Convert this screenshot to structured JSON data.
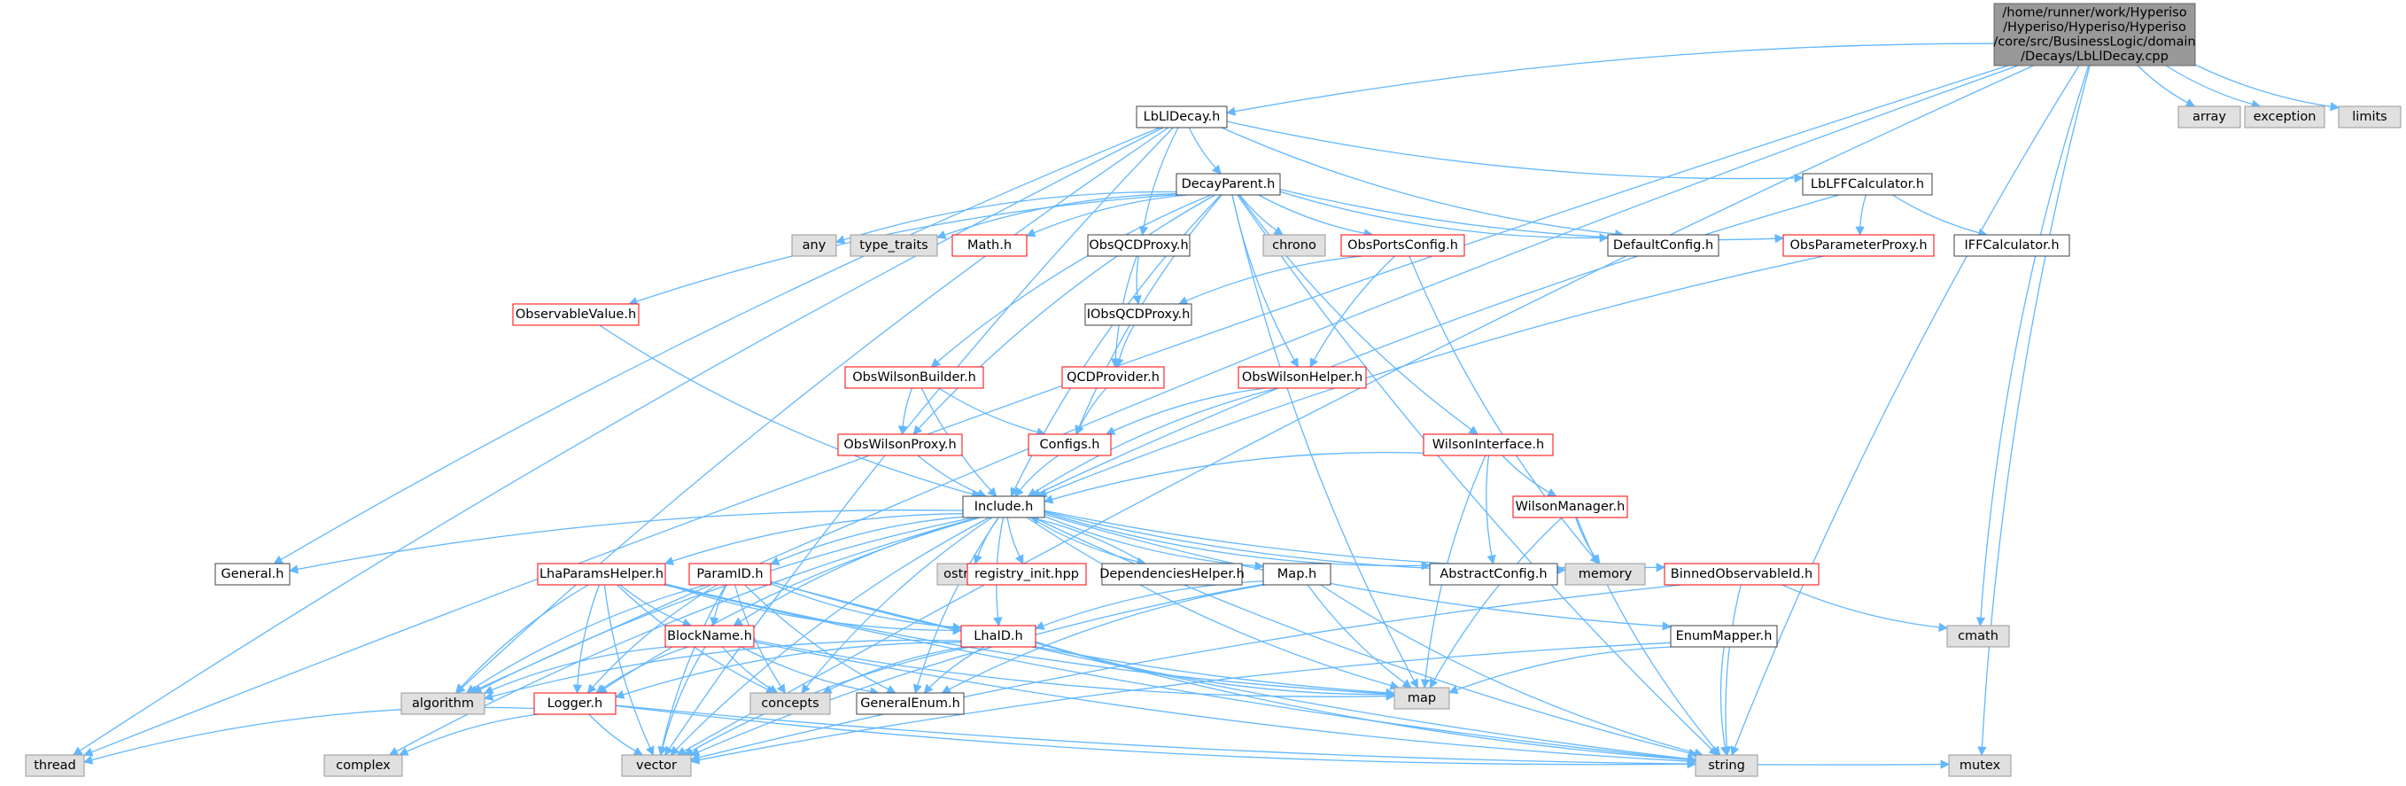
{
  "colors": {
    "edge": "#63b8ff",
    "edge_alt": "#404040",
    "node_stroke": "#404040",
    "node_fill": "#ffffff",
    "node_text": "#000000",
    "external_fill": "#e0e0e0",
    "external_stroke": "#999999",
    "incomplete_stroke": "#ff0000",
    "root_fill": "#999999",
    "root_stroke": "#666666"
  },
  "nodes": {
    "root": {
      "label": [
        "/home/runner/work/Hyperiso",
        "/Hyperiso/Hyperiso/Hyperiso",
        "/core/src/BusinessLogic/domain",
        "/Decays/LbLlDecay.cpp"
      ],
      "kind": "root"
    },
    "lblldecay": {
      "label": [
        "LbLlDecay.h"
      ],
      "kind": "normal"
    },
    "array": {
      "label": [
        "array"
      ],
      "kind": "external"
    },
    "exception": {
      "label": [
        "exception"
      ],
      "kind": "external"
    },
    "limits": {
      "label": [
        "limits"
      ],
      "kind": "external"
    },
    "decayparent": {
      "label": [
        "DecayParent.h"
      ],
      "kind": "normal"
    },
    "lblffcalc": {
      "label": [
        "LbLFFCalculator.h"
      ],
      "kind": "normal"
    },
    "any": {
      "label": [
        "any"
      ],
      "kind": "external"
    },
    "type_traits": {
      "label": [
        "type_traits"
      ],
      "kind": "external"
    },
    "math": {
      "label": [
        "Math.h"
      ],
      "kind": "incomplete"
    },
    "obsqcdproxy": {
      "label": [
        "ObsQCDProxy.h"
      ],
      "kind": "normal"
    },
    "chrono": {
      "label": [
        "chrono"
      ],
      "kind": "external"
    },
    "obsportsconfig": {
      "label": [
        "ObsPortsConfig.h"
      ],
      "kind": "incomplete"
    },
    "defaultconfig": {
      "label": [
        "DefaultConfig.h"
      ],
      "kind": "normal"
    },
    "obsparamproxy": {
      "label": [
        "ObsParameterProxy.h"
      ],
      "kind": "incomplete"
    },
    "iffcalc": {
      "label": [
        "IFFCalculator.h"
      ],
      "kind": "normal"
    },
    "observablevalue": {
      "label": [
        "ObservableValue.h"
      ],
      "kind": "incomplete"
    },
    "iobsqcdproxy": {
      "label": [
        "IObsQCDProxy.h"
      ],
      "kind": "normal"
    },
    "obswilsonbuilder": {
      "label": [
        "ObsWilsonBuilder.h"
      ],
      "kind": "incomplete"
    },
    "qcdprovider": {
      "label": [
        "QCDProvider.h"
      ],
      "kind": "incomplete"
    },
    "obswilsonhelper": {
      "label": [
        "ObsWilsonHelper.h"
      ],
      "kind": "incomplete"
    },
    "obswilsonproxy": {
      "label": [
        "ObsWilsonProxy.h"
      ],
      "kind": "incomplete"
    },
    "configs": {
      "label": [
        "Configs.h"
      ],
      "kind": "incomplete"
    },
    "wilsoninterface": {
      "label": [
        "WilsonInterface.h"
      ],
      "kind": "incomplete"
    },
    "wilsonmanager": {
      "label": [
        "WilsonManager.h"
      ],
      "kind": "incomplete"
    },
    "include": {
      "label": [
        "Include.h"
      ],
      "kind": "normal"
    },
    "general": {
      "label": [
        "General.h"
      ],
      "kind": "normal"
    },
    "lhaparamshelper": {
      "label": [
        "LhaParamsHelper.h"
      ],
      "kind": "incomplete"
    },
    "paramid": {
      "label": [
        "ParamID.h"
      ],
      "kind": "incomplete"
    },
    "ostream": {
      "label": [
        "ostream"
      ],
      "kind": "external"
    },
    "registry": {
      "label": [
        "registry_init.hpp"
      ],
      "kind": "incomplete"
    },
    "dephelper": {
      "label": [
        "DependenciesHelper.h"
      ],
      "kind": "normal"
    },
    "map_h": {
      "label": [
        "Map.h"
      ],
      "kind": "normal"
    },
    "abstractconfig": {
      "label": [
        "AbstractConfig.h"
      ],
      "kind": "normal"
    },
    "memory": {
      "label": [
        "memory"
      ],
      "kind": "external"
    },
    "binnedobs": {
      "label": [
        "BinnedObservableId.h"
      ],
      "kind": "incomplete"
    },
    "blockname": {
      "label": [
        "BlockName.h"
      ],
      "kind": "incomplete"
    },
    "lhaid": {
      "label": [
        "LhaID.h"
      ],
      "kind": "incomplete"
    },
    "enummapper": {
      "label": [
        "EnumMapper.h"
      ],
      "kind": "normal"
    },
    "cmath": {
      "label": [
        "cmath"
      ],
      "kind": "external"
    },
    "algorithm": {
      "label": [
        "algorithm"
      ],
      "kind": "external"
    },
    "logger": {
      "label": [
        "Logger.h"
      ],
      "kind": "incomplete"
    },
    "concepts": {
      "label": [
        "concepts"
      ],
      "kind": "external"
    },
    "generalenum": {
      "label": [
        "GeneralEnum.h"
      ],
      "kind": "normal"
    },
    "map": {
      "label": [
        "map"
      ],
      "kind": "external"
    },
    "thread": {
      "label": [
        "thread"
      ],
      "kind": "external"
    },
    "complex": {
      "label": [
        "complex"
      ],
      "kind": "external"
    },
    "vector": {
      "label": [
        "vector"
      ],
      "kind": "external"
    },
    "string": {
      "label": [
        "string"
      ],
      "kind": "external"
    },
    "mutex": {
      "label": [
        "mutex"
      ],
      "kind": "external"
    }
  },
  "edges": [
    [
      "root",
      "lblldecay"
    ],
    [
      "root",
      "array"
    ],
    [
      "root",
      "exception"
    ],
    [
      "root",
      "limits"
    ],
    [
      "root",
      "thread"
    ],
    [
      "root",
      "algorithm"
    ],
    [
      "root",
      "vector"
    ],
    [
      "root",
      "cmath"
    ],
    [
      "root",
      "string"
    ],
    [
      "root",
      "mutex"
    ],
    [
      "lblldecay",
      "decayparent"
    ],
    [
      "lblldecay",
      "lblffcalc"
    ],
    [
      "lblldecay",
      "obsqcdproxy"
    ],
    [
      "lblldecay",
      "defaultconfig"
    ],
    [
      "lblldecay",
      "general"
    ],
    [
      "lblldecay",
      "thread"
    ],
    [
      "lblldecay",
      "algorithm"
    ],
    [
      "lblldecay",
      "vector"
    ],
    [
      "decayparent",
      "any"
    ],
    [
      "decayparent",
      "type_traits"
    ],
    [
      "decayparent",
      "math"
    ],
    [
      "decayparent",
      "chrono"
    ],
    [
      "decayparent",
      "obsportsconfig"
    ],
    [
      "decayparent",
      "defaultconfig"
    ],
    [
      "decayparent",
      "obsparamproxy"
    ],
    [
      "decayparent",
      "observablevalue"
    ],
    [
      "decayparent",
      "obswilsonbuilder"
    ],
    [
      "decayparent",
      "obswilsonhelper"
    ],
    [
      "decayparent",
      "obswilsonproxy"
    ],
    [
      "decayparent",
      "configs"
    ],
    [
      "decayparent",
      "wilsoninterface"
    ],
    [
      "decayparent",
      "include"
    ],
    [
      "decayparent",
      "map"
    ],
    [
      "decayparent",
      "string"
    ],
    [
      "lblffcalc",
      "obsparamproxy"
    ],
    [
      "lblffcalc",
      "iffcalc"
    ],
    [
      "lblffcalc",
      "include"
    ],
    [
      "obsqcdproxy",
      "iobsqcdproxy"
    ],
    [
      "obsqcdproxy",
      "qcdprovider"
    ],
    [
      "iobsqcdproxy",
      "qcdprovider"
    ],
    [
      "obsportsconfig",
      "iobsqcdproxy"
    ],
    [
      "obsportsconfig",
      "obswilsonhelper"
    ],
    [
      "obsportsconfig",
      "memory"
    ],
    [
      "obsparamproxy",
      "include"
    ],
    [
      "observablevalue",
      "include"
    ],
    [
      "obswilsonbuilder",
      "obswilsonproxy"
    ],
    [
      "obswilsonbuilder",
      "configs"
    ],
    [
      "obswilsonbuilder",
      "include"
    ],
    [
      "qcdprovider",
      "configs"
    ],
    [
      "obswilsonhelper",
      "configs"
    ],
    [
      "obswilsonhelper",
      "include"
    ],
    [
      "obswilsonproxy",
      "include"
    ],
    [
      "configs",
      "include"
    ],
    [
      "wilsoninterface",
      "include"
    ],
    [
      "wilsoninterface",
      "wilsonmanager"
    ],
    [
      "wilsoninterface",
      "abstractconfig"
    ],
    [
      "wilsoninterface",
      "map"
    ],
    [
      "wilsonmanager",
      "memory"
    ],
    [
      "wilsonmanager",
      "map"
    ],
    [
      "wilsonmanager",
      "string"
    ],
    [
      "include",
      "general"
    ],
    [
      "include",
      "lhaparamshelper"
    ],
    [
      "include",
      "paramid"
    ],
    [
      "include",
      "ostream"
    ],
    [
      "include",
      "registry"
    ],
    [
      "include",
      "dephelper"
    ],
    [
      "include",
      "map_h"
    ],
    [
      "include",
      "abstractconfig"
    ],
    [
      "include",
      "memory"
    ],
    [
      "include",
      "binnedobs"
    ],
    [
      "include",
      "blockname"
    ],
    [
      "include",
      "lhaid"
    ],
    [
      "include",
      "enummapper"
    ],
    [
      "include",
      "logger"
    ],
    [
      "include",
      "concepts"
    ],
    [
      "include",
      "generalenum"
    ],
    [
      "include",
      "map"
    ],
    [
      "include",
      "complex"
    ],
    [
      "include",
      "vector"
    ],
    [
      "include",
      "string"
    ],
    [
      "include",
      "algorithm"
    ],
    [
      "dephelper",
      "include"
    ],
    [
      "lhaparamshelper",
      "blockname"
    ],
    [
      "lhaparamshelper",
      "logger"
    ],
    [
      "lhaparamshelper",
      "algorithm"
    ],
    [
      "lhaparamshelper",
      "concepts"
    ],
    [
      "lhaparamshelper",
      "lhaid"
    ],
    [
      "lhaparamshelper",
      "map"
    ],
    [
      "lhaparamshelper",
      "vector"
    ],
    [
      "lhaparamshelper",
      "string"
    ],
    [
      "paramid",
      "blockname"
    ],
    [
      "paramid",
      "lhaid"
    ],
    [
      "paramid",
      "logger"
    ],
    [
      "paramid",
      "algorithm"
    ],
    [
      "paramid",
      "concepts"
    ],
    [
      "paramid",
      "generalenum"
    ],
    [
      "paramid",
      "map"
    ],
    [
      "paramid",
      "vector"
    ],
    [
      "paramid",
      "string"
    ],
    [
      "map_h",
      "lhaid"
    ],
    [
      "map_h",
      "map"
    ],
    [
      "map_h",
      "generalenum"
    ],
    [
      "map_h",
      "vector"
    ],
    [
      "map_h",
      "string"
    ],
    [
      "binnedobs",
      "cmath"
    ],
    [
      "binnedobs",
      "string"
    ],
    [
      "binnedobs",
      "vector"
    ],
    [
      "blockname",
      "logger"
    ],
    [
      "blockname",
      "algorithm"
    ],
    [
      "blockname",
      "concepts"
    ],
    [
      "blockname",
      "generalenum"
    ],
    [
      "blockname",
      "map"
    ],
    [
      "blockname",
      "vector"
    ],
    [
      "blockname",
      "string"
    ],
    [
      "lhaid",
      "logger"
    ],
    [
      "lhaid",
      "algorithm"
    ],
    [
      "lhaid",
      "concepts"
    ],
    [
      "lhaid",
      "generalenum"
    ],
    [
      "lhaid",
      "map"
    ],
    [
      "lhaid",
      "vector"
    ],
    [
      "lhaid",
      "string"
    ],
    [
      "enummapper",
      "map"
    ],
    [
      "enummapper",
      "string"
    ],
    [
      "enummapper",
      "vector"
    ],
    [
      "logger",
      "thread"
    ],
    [
      "logger",
      "complex"
    ],
    [
      "logger",
      "vector"
    ],
    [
      "logger",
      "string"
    ],
    [
      "logger",
      "mutex"
    ]
  ]
}
